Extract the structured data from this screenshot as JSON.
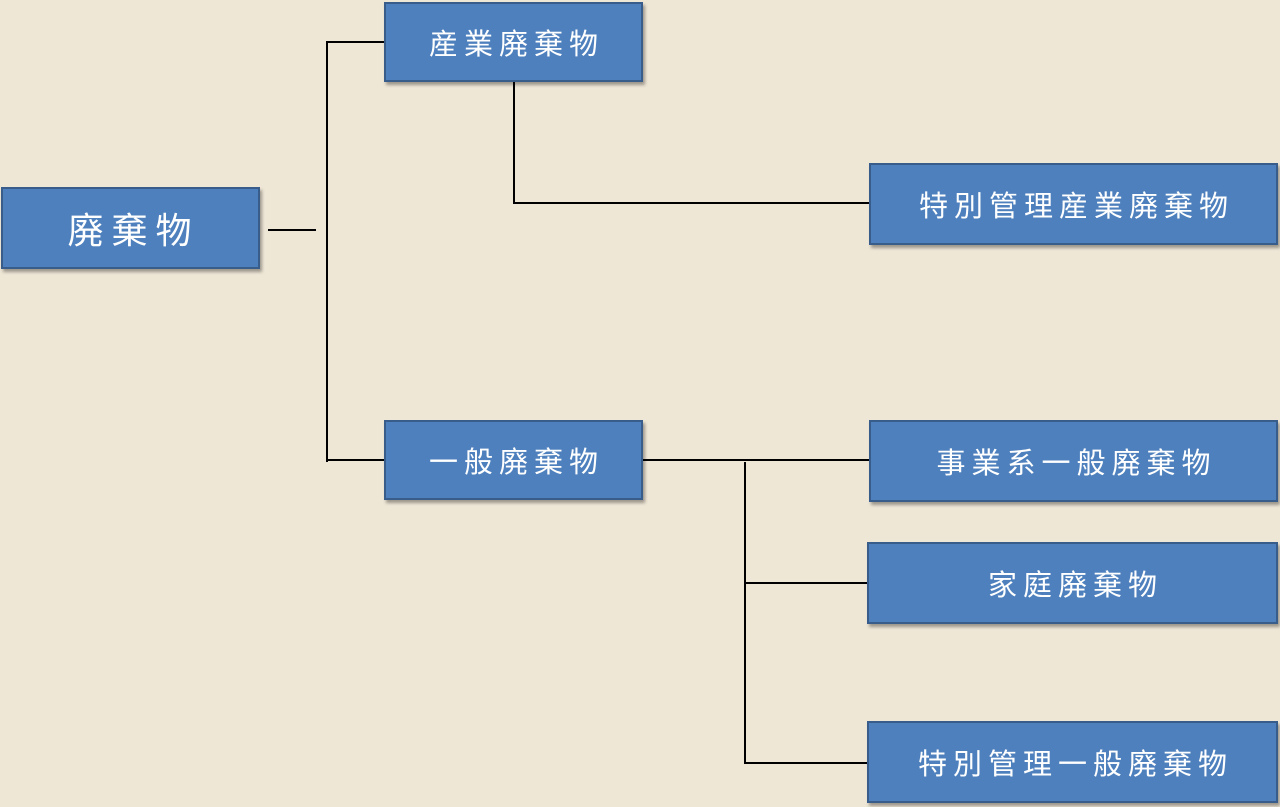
{
  "nodes": {
    "root": "廃棄物",
    "industrial": "産業廃棄物",
    "special_industrial": "特別管理産業廃棄物",
    "general": "一般廃棄物",
    "business_general": "事業系一般廃棄物",
    "household": "家庭廃棄物",
    "special_general": "特別管理一般廃棄物"
  },
  "colors": {
    "background": "#efe7d6",
    "node_fill": "#4e80bd",
    "node_border": "#385d8a",
    "node_text": "#ffffff",
    "connector": "#000000"
  }
}
